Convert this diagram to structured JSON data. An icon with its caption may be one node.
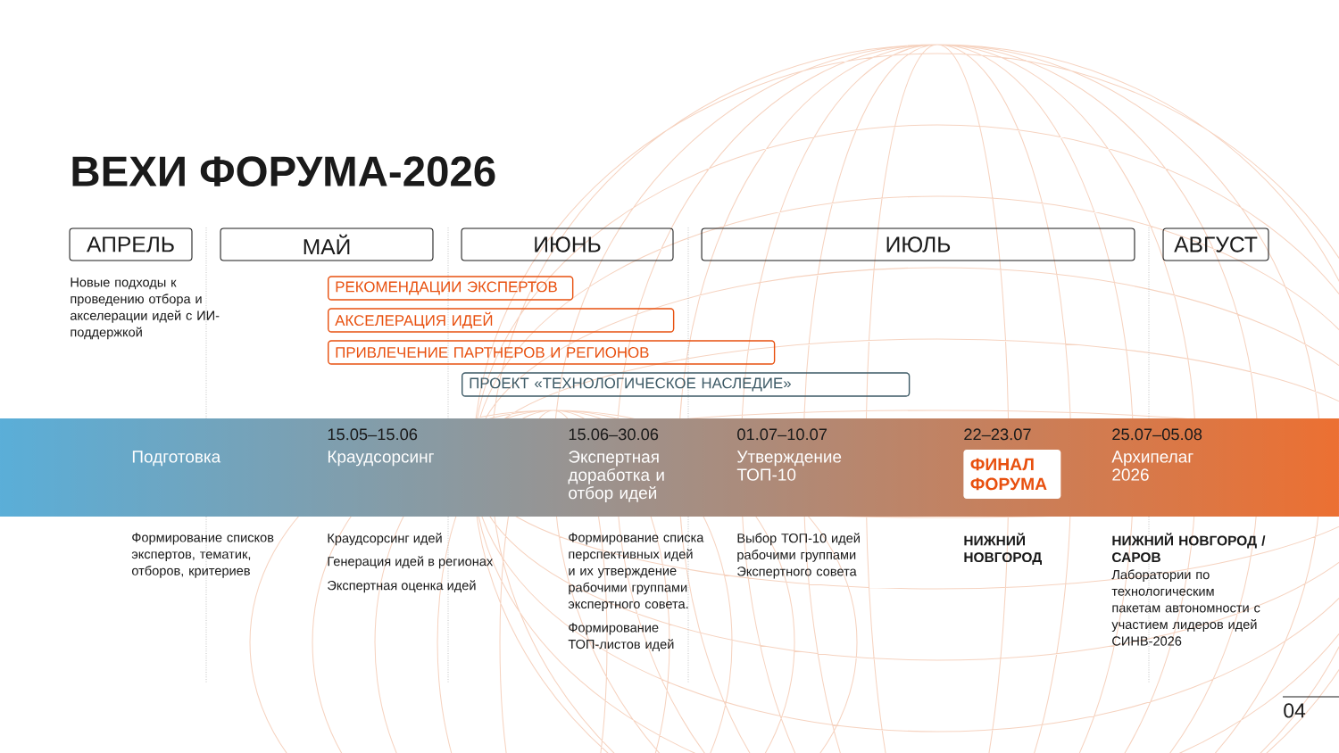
{
  "diagram": {
    "title": "ВЕХИ ФОРУМА-2026",
    "nodes": [
      {
        "text": [
          "АПРЕЛЬ"
        ]
      },
      {
        "text": [
          "МАЙ"
        ]
      },
      {
        "text": [
          "ИЮНЬ"
        ]
      },
      {
        "text": [
          "ИЮЛЬ"
        ]
      },
      {
        "text": [
          "АВГУСТ"
        ]
      },
      {
        "text": [
          "РЕКОМЕНДАЦИИ ЭКСПЕРТОВ"
        ]
      },
      {
        "text": [
          "АКСЕЛЕРАЦИЯ ИДЕЙ"
        ]
      },
      {
        "text": [
          "ПРИВЛЕЧЕНИЕ ПАРТНЕРОВ И РЕГИОНОВ"
        ]
      },
      {
        "text": [
          "ПРОЕКТ «ТЕХНОЛОГИЧЕСКОЕ НАСЛЕДИЕ»"
        ]
      },
      {
        "text": [
          "ФИНАЛ ФОРУМА"
        ]
      }
    ],
    "labels": [
      "Новые подходы к проведению отбора и акселерации идей с ИИ-поддержкой",
      "Подготовка",
      "15.05–15.06",
      "Краудсорсинг",
      "15.06–30.06",
      "Экспертная доработка и отбор идей",
      "01.07–10.07",
      "Утверждение ТОП-10",
      "22–23.07",
      "25.07–05.08",
      "Архипелаг 2026",
      "Формирование списков экспертов, тематик, отборов, критериев",
      "Краудсорсинг идей",
      "Генерация идей в регионах",
      "Экспертная оценка идей",
      "Формирование списка перспективных идей и их утверждение рабочими группами экспертного совета.",
      "Формирование ТОП-листов идей",
      "Выбор ТОП-10 идей рабочими группами Экспертного совета",
      "НИЖНИЙ НОВГОРОД",
      "НИЖНИЙ НОВГОРОД / САРОВ",
      "Лаборатории по технологическим пакетам автономности с участием лидеров идей СИНВ-2026",
      "04"
    ]
  }
}
